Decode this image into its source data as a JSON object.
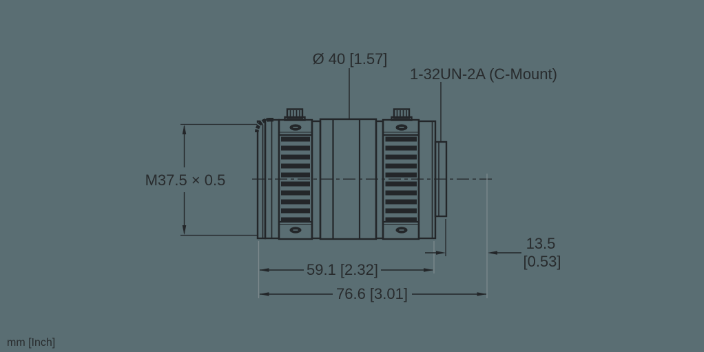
{
  "drawing": {
    "title_context": "lens-dimension-drawing",
    "labels": {
      "diameter": "Ø 40 [1.57]",
      "mount_thread": "1-32UN-2A (C-Mount)",
      "front_thread": "M37.5 × 0.5"
    },
    "dimensions": {
      "body_length": "59.1 [2.32]",
      "total_length": "76.6 [3.01]",
      "mount_depth_mm": "13.5",
      "mount_depth_inch": "[0.53]"
    },
    "units_note": "mm [Inch]",
    "colors": {
      "background": "#5a6e73",
      "line": "#232629",
      "extension_line": "#7d898d",
      "text": "#282b2d"
    }
  }
}
